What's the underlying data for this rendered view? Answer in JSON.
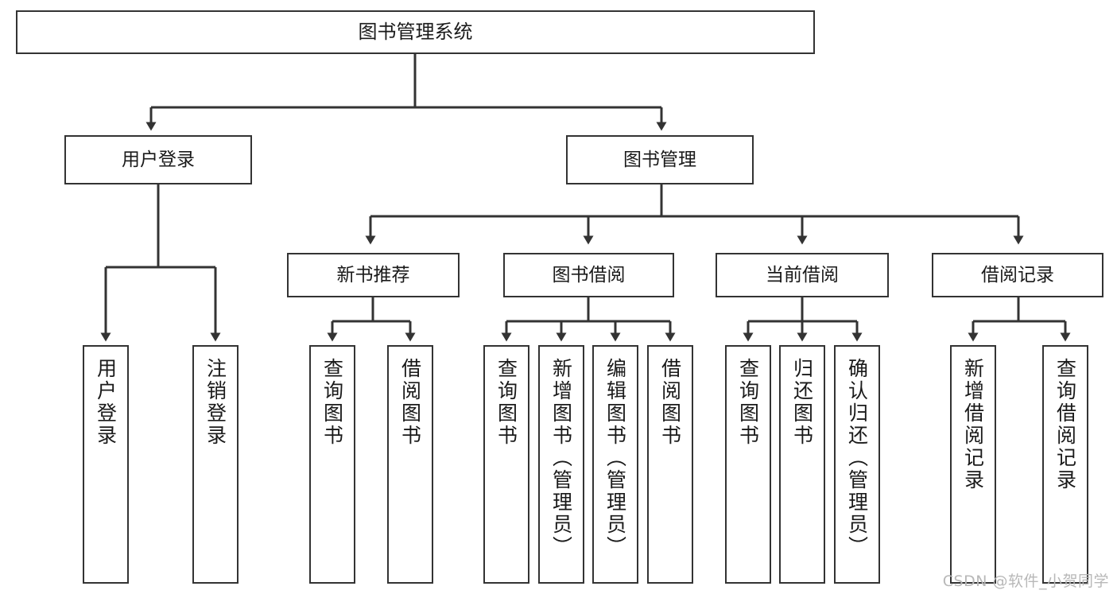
{
  "diagram": {
    "title": "图书管理系统",
    "type": "tree-hierarchy-diagram",
    "watermark": "CSDN @软件_小贺同学",
    "colors": {
      "node_border": "#333333",
      "node_fill": "#ffffff",
      "connector": "#333333",
      "text": "#1a1a1a",
      "watermark": "#b8b8b8"
    },
    "root": {
      "label": "图书管理系统"
    },
    "level2": [
      {
        "id": "user-login",
        "label": "用户登录"
      },
      {
        "id": "book-management",
        "label": "图书管理"
      }
    ],
    "level3": [
      {
        "id": "new-book-recommend",
        "label": "新书推荐"
      },
      {
        "id": "book-borrow",
        "label": "图书借阅"
      },
      {
        "id": "current-borrow",
        "label": "当前借阅"
      },
      {
        "id": "borrow-record",
        "label": "借阅记录"
      }
    ],
    "leaves": {
      "user_login": [
        {
          "id": "leaf-user-login",
          "label": "用户登录"
        },
        {
          "id": "leaf-logout-login",
          "label": "注销登录"
        }
      ],
      "new_book_recommend": [
        {
          "id": "leaf-query-book-1",
          "label": "查询图书"
        },
        {
          "id": "leaf-borrow-book-1",
          "label": "借阅图书"
        }
      ],
      "book_borrow": [
        {
          "id": "leaf-query-book-2",
          "label": "查询图书"
        },
        {
          "id": "leaf-add-book",
          "label": "新增图书（管理员）"
        },
        {
          "id": "leaf-edit-book",
          "label": "编辑图书（管理员）"
        },
        {
          "id": "leaf-borrow-book-2",
          "label": "借阅图书"
        }
      ],
      "current_borrow": [
        {
          "id": "leaf-query-book-3",
          "label": "查询图书"
        },
        {
          "id": "leaf-return-book",
          "label": "归还图书"
        },
        {
          "id": "leaf-confirm-return",
          "label": "确认归还（管理员）"
        }
      ],
      "borrow_record": [
        {
          "id": "leaf-add-record",
          "label": "新增借阅记录"
        },
        {
          "id": "leaf-query-record",
          "label": "查询借阅记录"
        }
      ]
    }
  }
}
